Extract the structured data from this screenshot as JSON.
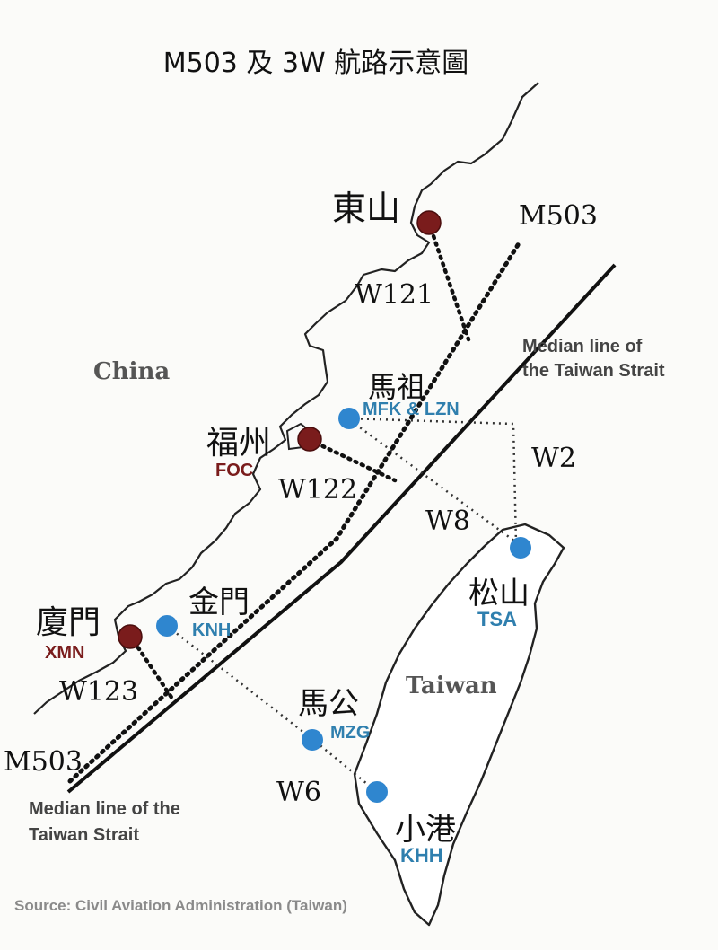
{
  "title": "M503 及 3W 航路示意圖",
  "regions": {
    "china": "China",
    "taiwan": "Taiwan"
  },
  "median_line": {
    "label_right_1": "Median line of",
    "label_right_2": "the Taiwan Strait",
    "label_left_1": "Median line of the",
    "label_left_2": "Taiwan Strait"
  },
  "routes": {
    "m503_top": "M503",
    "m503_bottom": "M503",
    "w121": "W121",
    "w122": "W122",
    "w123": "W123",
    "w2": "W2",
    "w8": "W8",
    "w6": "W6"
  },
  "places": {
    "dongshan": {
      "zh": "東山"
    },
    "matsu": {
      "zh": "馬祖",
      "code": "MFK & LZN"
    },
    "fuzhou": {
      "zh": "福州",
      "code": "FOC"
    },
    "kinmen": {
      "zh": "金門",
      "code": "KNH"
    },
    "xiamen": {
      "zh": "廈門",
      "code": "XMN"
    },
    "songshan": {
      "zh": "松山",
      "code": "TSA"
    },
    "magong": {
      "zh": "馬公",
      "code": "MZG"
    },
    "xiaogang": {
      "zh": "小港",
      "code": "KHH"
    }
  },
  "source": "Source: Civil Aviation Administration (Taiwan)",
  "colors": {
    "china_city": "#7a1c1c",
    "taiwan_city": "#2f86cf",
    "code_blue": "#2f7fae",
    "code_red": "#7a1c1c"
  }
}
